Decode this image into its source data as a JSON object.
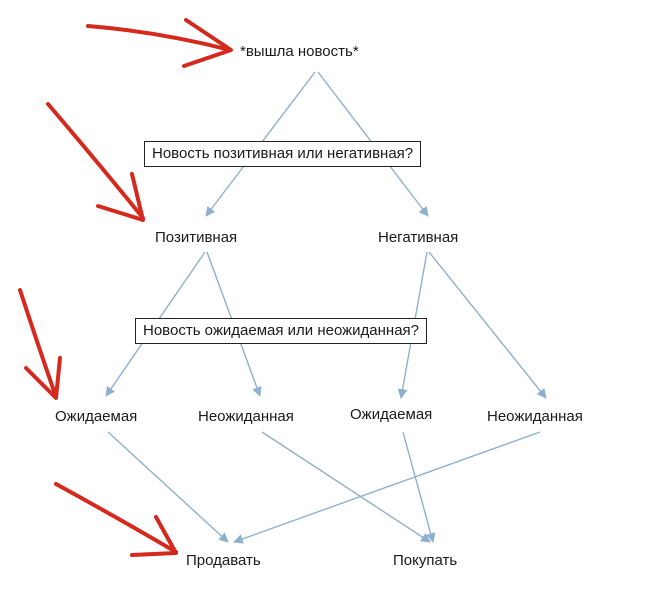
{
  "diagram": {
    "root": "*вышла новость*",
    "question_1": "Новость позитивная или негативная?",
    "positive": "Позитивная",
    "negative": "Негативная",
    "question_2": "Новость ожидаемая или неожиданная?",
    "pos_expected": "Ожидаемая",
    "pos_unexpected": "Неожиданная",
    "neg_expected": "Ожидаемая",
    "neg_unexpected": "Неожиданная",
    "sell": "Продавать",
    "buy": "Покупать"
  },
  "colors": {
    "connector": "#8fb0cc",
    "annotation_arrow": "#d42a1e",
    "question_border": "#222222",
    "text": "#1a1a1a"
  }
}
